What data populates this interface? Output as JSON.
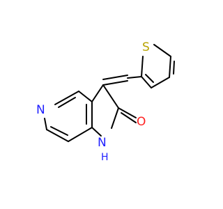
{
  "molecule": {
    "atoms": {
      "S": {
        "label": "S",
        "color": "#b8a300"
      },
      "N_pyridine": {
        "label": "N",
        "color": "#2020ff"
      },
      "N_amide": {
        "label": "N",
        "color": "#2020ff"
      },
      "H_amide": {
        "label": "H",
        "color": "#2020ff"
      },
      "O": {
        "label": "O",
        "color": "#ff2020"
      }
    },
    "bond_color": "#000000",
    "background": "#ffffff"
  }
}
